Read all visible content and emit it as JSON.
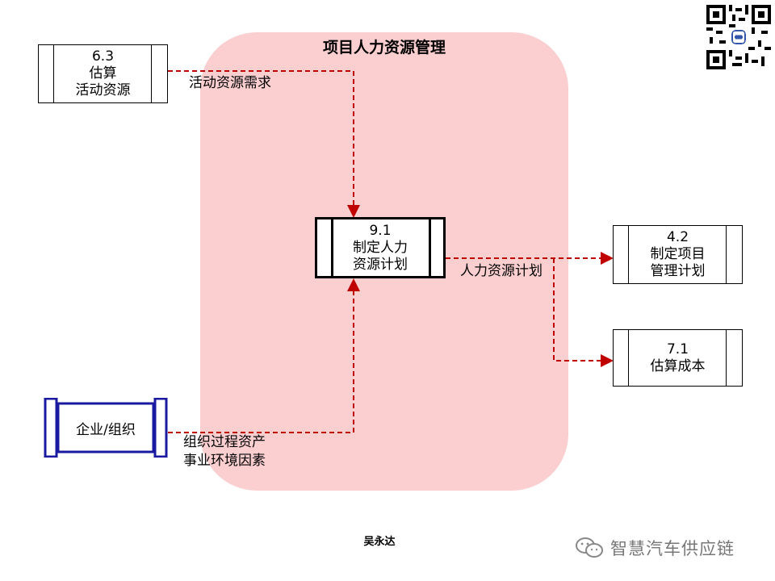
{
  "region": {
    "title": "项目人力资源管理"
  },
  "processes": {
    "p63": {
      "number": "6.3",
      "line1": "估算",
      "line2": "活动资源"
    },
    "p91": {
      "number": "9.1",
      "line1": "制定人力",
      "line2": "资源计划"
    },
    "p42": {
      "number": "4.2",
      "line1": "制定项目",
      "line2": "管理计划"
    },
    "p71": {
      "number": "7.1",
      "line1": "估算成本"
    }
  },
  "store": {
    "label": "企业/组织"
  },
  "flows": {
    "activity_resource_req": "活动资源需求",
    "hr_plan": "人力资源计划",
    "org_assets": "组织过程资产",
    "env_factors": "事业环境因素"
  },
  "footer": {
    "signature": "吴永达",
    "wechat_account": "智慧汽车供应链"
  },
  "colors": {
    "region_fill": "#fbcfd0",
    "flow_line": "#c00000",
    "store_border": "#1a1aa0"
  },
  "icons": [
    "qr-code-icon",
    "wechat-icon"
  ]
}
